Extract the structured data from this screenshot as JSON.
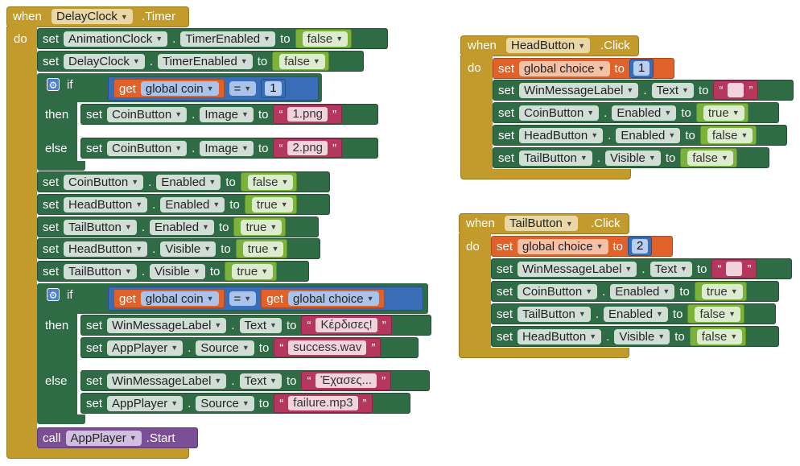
{
  "keywords": {
    "when": "when",
    "do": "do",
    "set": "set",
    "to": "to",
    "if": "if",
    "then": "then",
    "else": "else",
    "get": "get",
    "call": "call",
    "eq": "=",
    "quote_open": "“",
    "quote_close": "”"
  },
  "timer_event": {
    "component": "DelayClock",
    "event": ".Timer",
    "rows": [
      {
        "comp": "AnimationClock",
        "prop": "TimerEnabled",
        "val": "false"
      },
      {
        "comp": "DelayClock",
        "prop": "TimerEnabled",
        "val": "false"
      }
    ],
    "if1": {
      "var": "global coin",
      "num": "1",
      "then": {
        "comp": "CoinButton",
        "prop": "Image",
        "val": "1.png"
      },
      "else": {
        "comp": "CoinButton",
        "prop": "Image",
        "val": "2.png"
      }
    },
    "rows2": [
      {
        "comp": "CoinButton",
        "prop": "Enabled",
        "val": "false"
      },
      {
        "comp": "HeadButton",
        "prop": "Enabled",
        "val": "true"
      },
      {
        "comp": "TailButton",
        "prop": "Enabled",
        "val": "true"
      },
      {
        "comp": "HeadButton",
        "prop": "Visible",
        "val": "true"
      },
      {
        "comp": "TailButton",
        "prop": "Visible",
        "val": "true"
      }
    ],
    "if2": {
      "var": "global coin",
      "var2": "global choice",
      "then": [
        {
          "comp": "WinMessageLabel",
          "prop": "Text",
          "val": "Κέρδισες!"
        },
        {
          "comp": "AppPlayer",
          "prop": "Source",
          "val": "success.wav"
        }
      ],
      "else": [
        {
          "comp": "WinMessageLabel",
          "prop": "Text",
          "val": "Έχασες..."
        },
        {
          "comp": "AppPlayer",
          "prop": "Source",
          "val": "failure.mp3"
        }
      ]
    },
    "call": {
      "comp": "AppPlayer",
      "method": ".Start"
    }
  },
  "head_event": {
    "component": "HeadButton",
    "event": ".Click",
    "choice": {
      "var": "global choice",
      "num": "1"
    },
    "rows": [
      {
        "comp": "WinMessageLabel",
        "prop": "Text",
        "val": ""
      },
      {
        "comp": "CoinButton",
        "prop": "Enabled",
        "val": "true"
      },
      {
        "comp": "HeadButton",
        "prop": "Enabled",
        "val": "false"
      },
      {
        "comp": "TailButton",
        "prop": "Visible",
        "val": "false"
      }
    ]
  },
  "tail_event": {
    "component": "TailButton",
    "event": ".Click",
    "choice": {
      "var": "global choice",
      "num": "2"
    },
    "rows": [
      {
        "comp": "WinMessageLabel",
        "prop": "Text",
        "val": ""
      },
      {
        "comp": "CoinButton",
        "prop": "Enabled",
        "val": "true"
      },
      {
        "comp": "TailButton",
        "prop": "Enabled",
        "val": "false"
      },
      {
        "comp": "HeadButton",
        "prop": "Visible",
        "val": "false"
      }
    ]
  },
  "colors": {
    "event": "#c29b2c",
    "set": "#2f6b45",
    "bool": "#7ab23c",
    "text": "#b5375d",
    "math": "#3a6db8",
    "variable": "#e0622a",
    "procedure": "#7b4f96"
  }
}
